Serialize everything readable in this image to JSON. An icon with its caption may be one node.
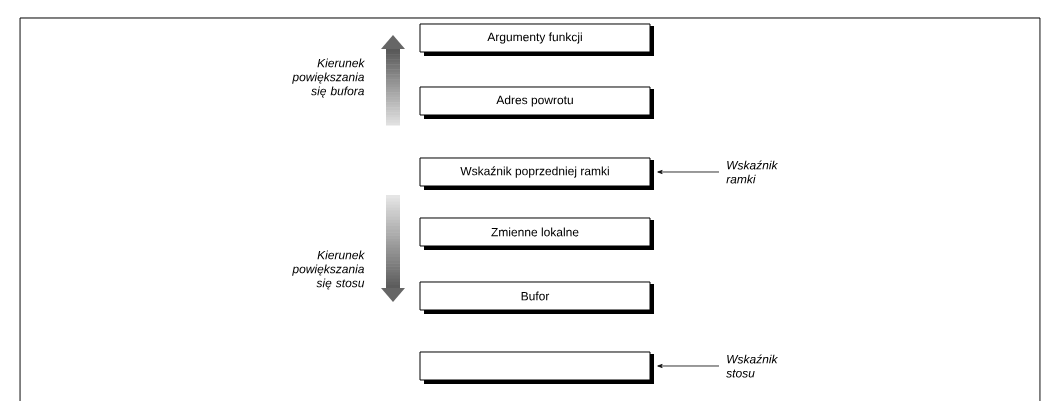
{
  "diagram": {
    "nodes": [
      {
        "text": [
          "Argumenty funkcji"
        ]
      },
      {
        "text": [
          "Adres powrotu"
        ]
      },
      {
        "text": [
          "Wskaźnik poprzedniej ramki"
        ]
      },
      {
        "text": [
          "Zmienne lokalne"
        ]
      },
      {
        "text": [
          "Bufor"
        ]
      },
      {
        "text": [],
        "shape": "box"
      },
      {
        "text": [
          "Wskaźnik ramki"
        ]
      },
      {
        "text": [
          "Wskaźnik stosu"
        ]
      }
    ],
    "edges": [
      {
        "from": 6,
        "to": 2,
        "arrow": "to"
      },
      {
        "from": 7,
        "to": 5,
        "arrow": "to"
      }
    ],
    "labels": [
      "Kierunek powiększania się bufora",
      "Kierunek powiększania się stosu"
    ]
  }
}
